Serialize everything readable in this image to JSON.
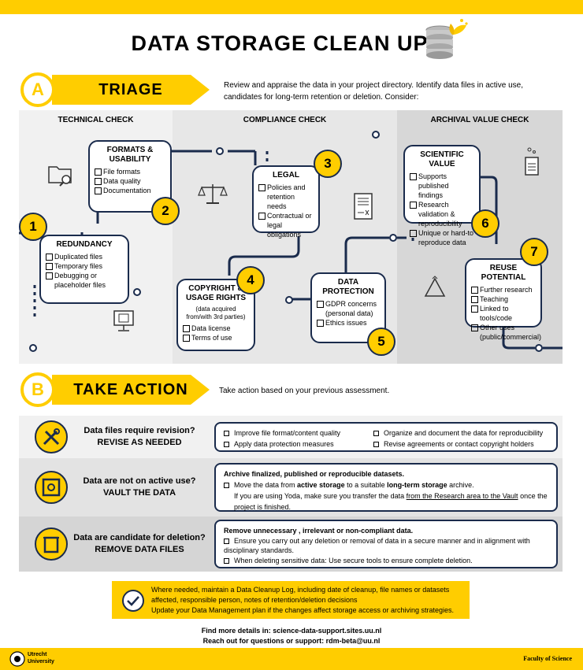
{
  "title": "DATA STORAGE CLEAN UP",
  "colors": {
    "accent": "#FFCD00",
    "navy": "#1a2b4c"
  },
  "sectionA": {
    "letter": "A",
    "banner": "TRIAGE",
    "intro": "Review and appraise the data in your project directory. Identify data files in active use, candidates for long-term retention or deletion. Consider:",
    "columns": [
      "TECHNICAL CHECK",
      "COMPLIANCE CHECK",
      "ARCHIVAL VALUE CHECK"
    ],
    "cards": {
      "redundancy": {
        "num": "1",
        "title": "REDUNDANCY",
        "items": [
          "Duplicated files",
          "Temporary files",
          "Debugging or placeholder files"
        ]
      },
      "formats": {
        "num": "2",
        "title": "FORMATS & USABILITY",
        "items": [
          "File formats",
          "Data quality",
          "Documentation"
        ]
      },
      "legal": {
        "num": "3",
        "title": "LEGAL",
        "items": [
          "Policies and retention needs",
          "Contractual or legal obligations"
        ]
      },
      "copyright": {
        "num": "4",
        "title": "COPYRIGHT & USAGE RIGHTS",
        "subtitle": "(data acquired from/with 3rd parties)",
        "items": [
          "Data license",
          "Terms of use"
        ]
      },
      "dataprot": {
        "num": "5",
        "title": "DATA PROTECTION",
        "items": [
          "GDPR concerns (personal data)",
          "Ethics issues"
        ]
      },
      "scientific": {
        "num": "6",
        "title": "SCIENTIFIC VALUE",
        "items": [
          "Supports published findings",
          "Research validation & reproducibility",
          "Unique or hard-to reproduce data"
        ]
      },
      "reuse": {
        "num": "7",
        "title": "REUSE POTENTIAL",
        "items": [
          "Further research",
          "Teaching",
          "Linked to tools/code",
          "Other uses (public/commercial)"
        ]
      }
    },
    "icons": [
      "folder-search-icon",
      "scales-icon",
      "document-sign-icon",
      "beaker-icon",
      "recycle-icon",
      "monitor-icon"
    ]
  },
  "sectionB": {
    "letter": "B",
    "banner": "TAKE ACTION",
    "intro": "Take action based on your previous assessment.",
    "rows": [
      {
        "icon": "tools-icon",
        "title1": "Data files require revision?",
        "title2": "REVISE AS NEEDED",
        "items": [
          "Improve file format/content quality",
          "Organize and document the data for reproducibility",
          "Apply data protection measures",
          "Revise agreements or contact copyright holders"
        ]
      },
      {
        "icon": "vault-icon",
        "title1": "Data are not on active use?",
        "title2": "VAULT THE DATA",
        "heading": "Archive finalized, published or reproducible datasets.",
        "line1_pre": "Move the data from ",
        "line1_b1": "active storage",
        "line1_mid": " to a suitable ",
        "line1_b2": "long-term storage",
        "line1_post": " archive.",
        "line2_pre": "If you are using Yoda, make sure you transfer the data ",
        "line2_u1": "from the Research area to the Vault",
        "line2_post": " once the project is finished."
      },
      {
        "icon": "trash-icon",
        "title1": "Data are candidate for deletion?",
        "title2": "REMOVE DATA FILES",
        "heading": "Remove unnecessary , irrelevant or non-compliant data.",
        "items": [
          "Ensure you carry out any deletion or removal of data in a secure manner and in alignment with disciplinary standards.",
          "When deleting sensitive data: Use secure tools to ensure complete deletion."
        ]
      }
    ]
  },
  "note": {
    "icon": "pencil-check-icon",
    "line1": "Where needed, maintain a Data Cleanup Log, including date of cleanup, file names or datasets affected, responsible person, notes of retention/deletion decisions",
    "line2": "Update your Data Management plan if the changes affect storage access or archiving strategies."
  },
  "footer": {
    "line1": "Find more details in: science-data-support.sites.uu.nl",
    "line2": "Reach out for questions or support: rdm-beta@uu.nl",
    "logo_line1": "Utrecht",
    "logo_line2": "University",
    "faculty": "Faculty of Science"
  }
}
